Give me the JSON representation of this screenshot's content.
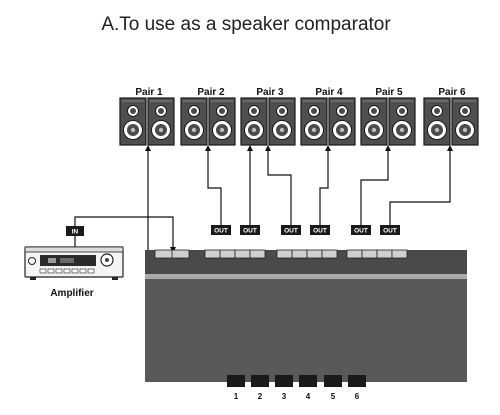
{
  "title": "A.To use as a speaker comparator",
  "amplifier": {
    "label": "Amplifier",
    "input_tag": "IN"
  },
  "output_tag": "OUT",
  "pairs": [
    {
      "label": "Pair 1"
    },
    {
      "label": "Pair 2"
    },
    {
      "label": "Pair 3"
    },
    {
      "label": "Pair 4"
    },
    {
      "label": "Pair 5"
    },
    {
      "label": "Pair 6"
    }
  ],
  "selector_buttons": [
    "1",
    "2",
    "3",
    "4",
    "5",
    "6"
  ],
  "colors": {
    "switch_body": "#595959",
    "switch_top": "#4a4a4a",
    "speaker_fill": "#4f4f4f",
    "tag_fill": "#1a1a1a"
  }
}
